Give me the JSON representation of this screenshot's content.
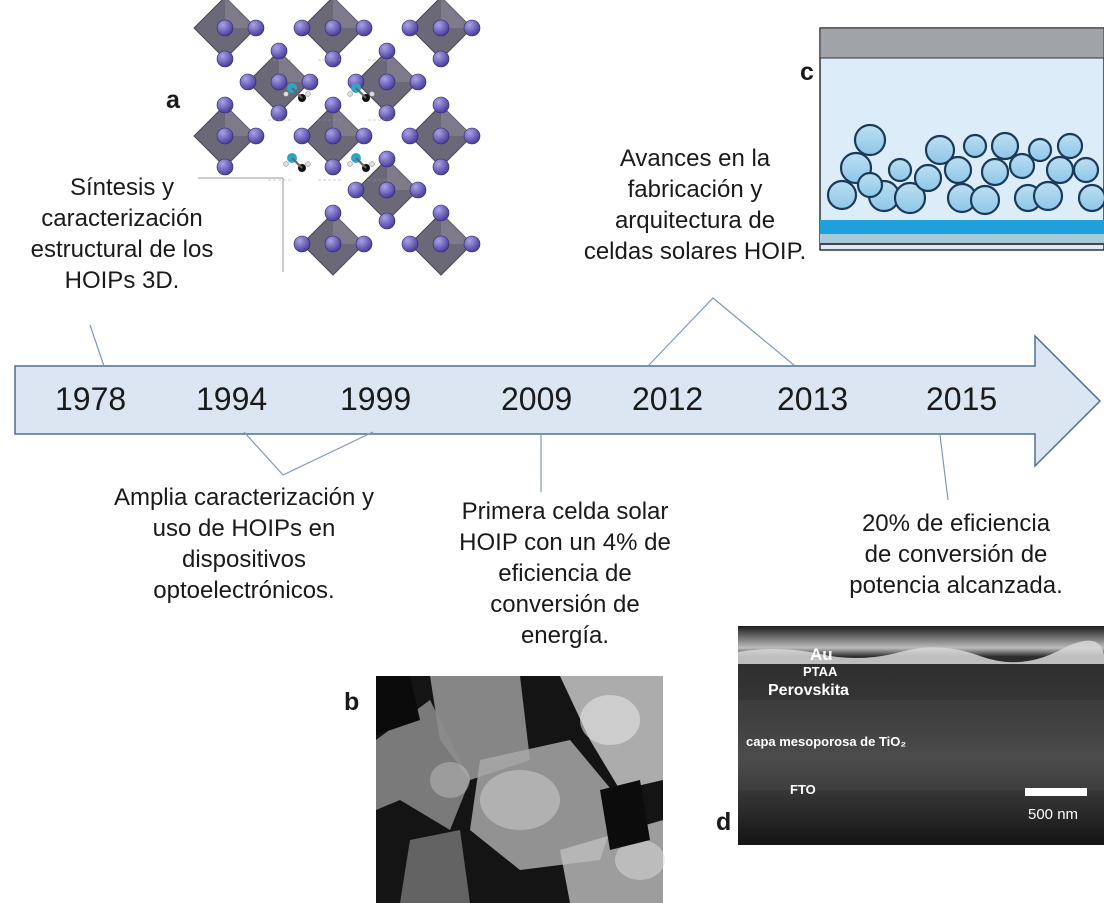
{
  "timeline": {
    "years": [
      "1978",
      "1994",
      "1999",
      "2009",
      "2012",
      "2013",
      "2015"
    ],
    "colors": {
      "arrow_fill": "#dce6f2",
      "arrow_stroke": "#4f6e94",
      "connector": "#7f9ab8"
    }
  },
  "notes": {
    "n1978": [
      "Síntesis y",
      "caracterización",
      "estructural de los",
      "HOIPs 3D."
    ],
    "n1994": [
      "Amplia caracterización y",
      "uso de HOIPs en",
      "dispositivos",
      "optoelectrónicos."
    ],
    "n2009": [
      "Primera celda solar",
      "HOIP con un 4% de",
      "eficiencia de",
      "conversión de",
      "energía."
    ],
    "n2012": [
      "Avances en la",
      "fabricación y",
      "arquitectura de",
      "celdas solares HOIP."
    ],
    "n2015": [
      "20% de eficiencia",
      "de conversión de",
      "potencia alcanzada."
    ]
  },
  "panels": {
    "a": {
      "label": "a"
    },
    "b": {
      "label": "b"
    },
    "c": {
      "label": "c"
    },
    "d": {
      "label": "d",
      "layers": [
        "Au",
        "PTAA",
        "Perovskita",
        "capa mesoporosa de TiO₂",
        "FTO"
      ],
      "scale_bar": "500 nm"
    }
  }
}
